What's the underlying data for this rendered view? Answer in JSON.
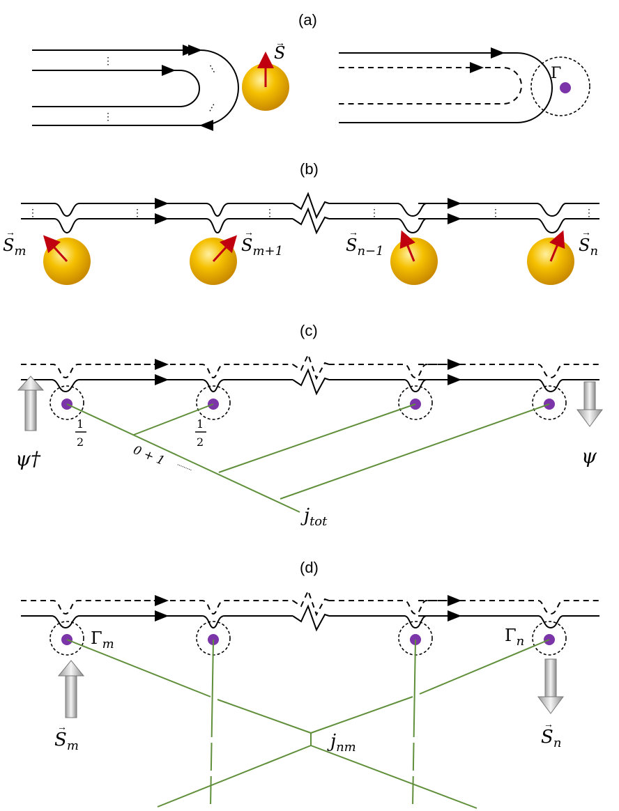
{
  "panels": {
    "a": {
      "label": "(a)",
      "spin_label": "S",
      "gamma_label": "Γ"
    },
    "b": {
      "label": "(b)",
      "spins": [
        {
          "base": "S",
          "sub": "m"
        },
        {
          "base": "S",
          "sub": "m+1"
        },
        {
          "base": "S",
          "sub": "n−1"
        },
        {
          "base": "S",
          "sub": "n"
        }
      ]
    },
    "c": {
      "label": "(c)",
      "psi_dagger": "ψ†",
      "psi": "ψ",
      "half_1": "1",
      "half_1_den": "2",
      "half_2": "1",
      "half_2_den": "2",
      "zero_plus_one": "0 + 1",
      "jtot_base": "j",
      "jtot_sub": "tot"
    },
    "d": {
      "label": "(d)",
      "gamma_m_base": "Γ",
      "gamma_m_sub": "m",
      "gamma_n_base": "Γ",
      "gamma_n_sub": "n",
      "spin_m_base": "S",
      "spin_m_sub": "m",
      "spin_n_base": "S",
      "spin_n_sub": "n",
      "jnm_base": "j",
      "jnm_sub": "nm"
    }
  },
  "colors": {
    "spin_ball": "#f2b705",
    "spin_arrow": "#c0000f",
    "impurity_dot": "#7b35a8",
    "recoupling_lines": "#5f8f3a"
  }
}
